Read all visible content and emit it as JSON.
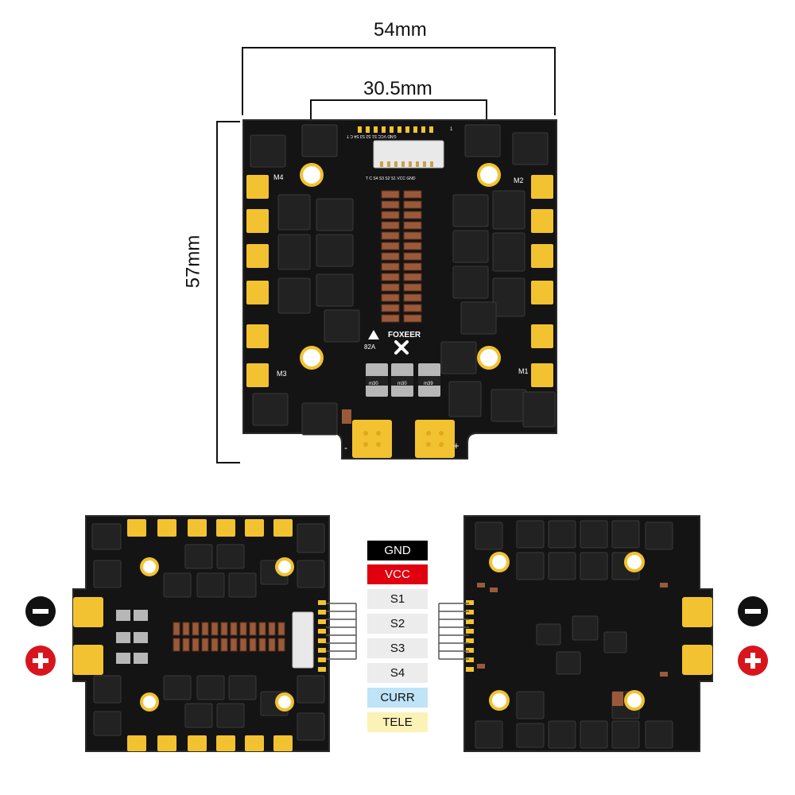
{
  "dimensions": {
    "width": "54mm",
    "mount_spacing": "30.5mm",
    "height": "57mm"
  },
  "board": {
    "brand": "FOXEER",
    "rating": "82A",
    "motor_labels": [
      "M4",
      "M2",
      "M3",
      "M1"
    ],
    "pad_polarity": [
      "-",
      "+"
    ],
    "cap_marks": [
      "m30",
      "m30",
      "m39"
    ],
    "connector_labels_top": "GND VCC S1 S2 S3 S4 C T",
    "connector_labels_side": "T C S4 S3 S2 S1 VCC GND",
    "pin_one_mark": "1"
  },
  "pinout": {
    "pins": [
      "GND",
      "VCC",
      "S1",
      "S2",
      "S3",
      "S4",
      "CURR",
      "TELE"
    ]
  },
  "polarity_badges": [
    "negative",
    "positive"
  ],
  "colors": {
    "pcb": "#141414",
    "pad_gold": "#f2c230",
    "badge_negative": "#111111",
    "badge_positive": "#d8151d",
    "pin_gnd": "#000000",
    "pin_vcc": "#e0000f",
    "pin_signal": "#ececec",
    "pin_curr": "#bfe3f7",
    "pin_tele": "#fbf2b8"
  }
}
